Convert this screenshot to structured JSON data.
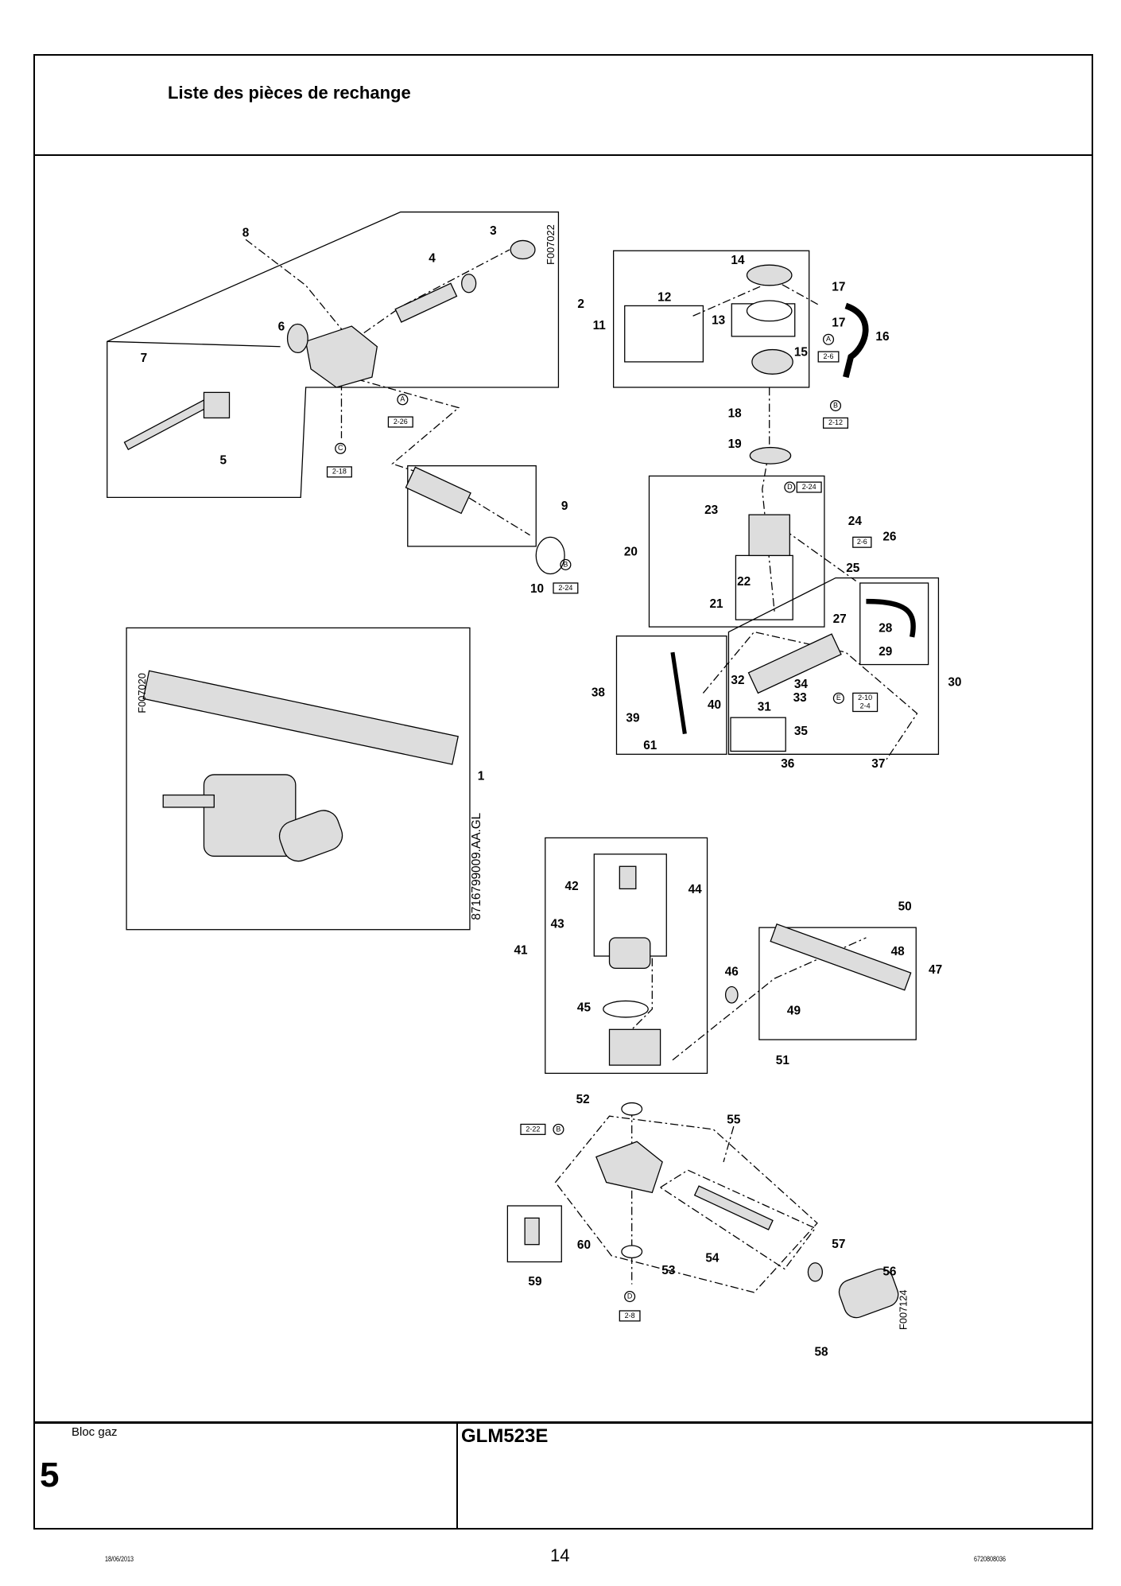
{
  "header": {
    "title": "Liste des pièces de rechange"
  },
  "footer": {
    "section_label": "Bloc gaz",
    "section_number": "5",
    "model": "GLM523E",
    "date": "18/06/2013",
    "page_number": "14",
    "document_number": "6720808036"
  },
  "figure_codes": [
    "F007022",
    "F007020",
    "8716799009.AA.GL",
    "F007124"
  ],
  "callouts": [
    "8",
    "3",
    "4",
    "2",
    "6",
    "7",
    "5",
    "9",
    "10",
    "14",
    "17",
    "12",
    "11",
    "13",
    "17",
    "16",
    "15",
    "18",
    "19",
    "23",
    "24",
    "26",
    "20",
    "25",
    "22",
    "21",
    "27",
    "28",
    "29",
    "30",
    "38",
    "32",
    "34",
    "33",
    "40",
    "31",
    "39",
    "35",
    "61",
    "36",
    "37",
    "1",
    "42",
    "44",
    "43",
    "41",
    "50",
    "48",
    "47",
    "46",
    "45",
    "49",
    "51",
    "52",
    "55",
    "57",
    "60",
    "54",
    "53",
    "56",
    "59",
    "58"
  ],
  "reference_tags": [
    {
      "letter": "A",
      "ref": "2-26"
    },
    {
      "letter": "C",
      "ref": "2-18"
    },
    {
      "letter": "B",
      "ref": "2-24"
    },
    {
      "letter": "A",
      "ref": "2-6"
    },
    {
      "letter": "B",
      "ref": "2-12"
    },
    {
      "letter": "D",
      "ref": "2-24"
    },
    {
      "letter": "",
      "ref": "2-6"
    },
    {
      "letter": "E",
      "ref": "2-10",
      "ref2": "2-4"
    },
    {
      "letter": "B",
      "ref": "2-22"
    },
    {
      "letter": "D",
      "ref": "2-8"
    }
  ]
}
